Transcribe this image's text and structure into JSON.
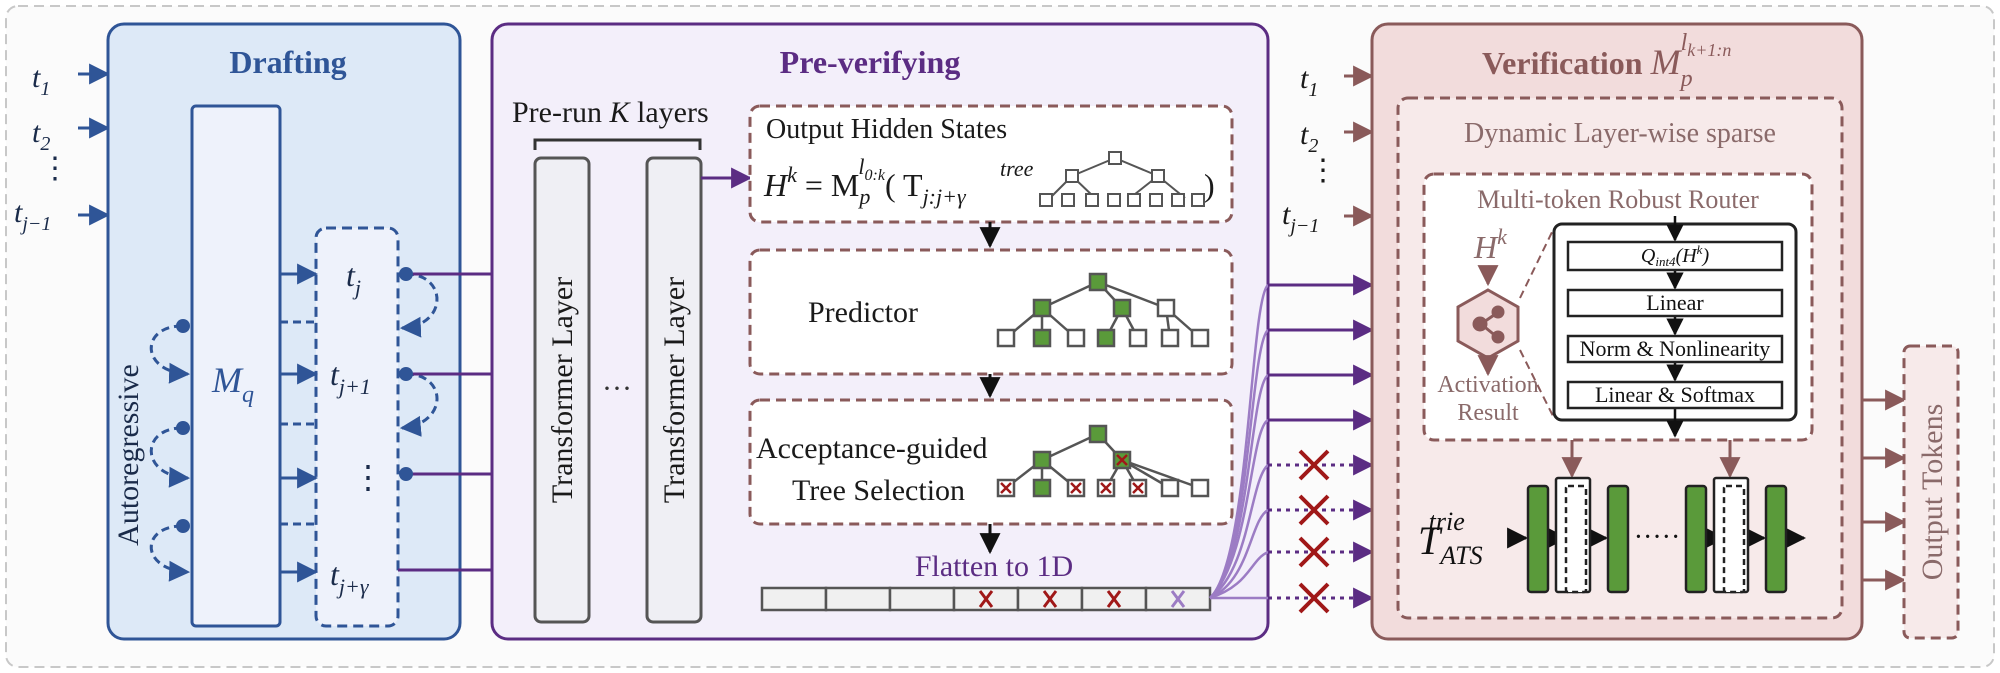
{
  "inputs": {
    "t1": "t",
    "t1_sub": "1",
    "t2": "t",
    "t2_sub": "2",
    "dots": "⋮",
    "tj1": "t",
    "tj1_sub": "j−1"
  },
  "drafting": {
    "title": "Drafting",
    "autoregressive": "Autoregressive",
    "model": "M",
    "model_sub": "q",
    "tokens": [
      {
        "base": "t",
        "sub": "j"
      },
      {
        "base": "t",
        "sub": "j+1"
      },
      {
        "base": "⋮",
        "sub": ""
      },
      {
        "base": "t",
        "sub": "j+γ"
      }
    ]
  },
  "preverify": {
    "title": "Pre-verifying",
    "prerun_a": "Pre-run ",
    "prerun_k": "K",
    "prerun_b": " layers",
    "layer1": "Transformer  Layer",
    "layer2": "Transformer  Layer",
    "dots": "···",
    "hidden_title": "Output Hidden States",
    "h_base": "H",
    "h_sup": "k",
    "h_eq": " = M",
    "m_sub": "p",
    "m_sup": "l",
    "m_sup2": "0:k",
    "open_paren": "( T",
    "t_sub": "j:j+γ",
    "t_sup": "tree",
    "close_paren": ")",
    "predictor": "Predictor",
    "accept1": "Acceptance-guided",
    "accept2": "Tree Selection",
    "flatten": "Flatten to 1D"
  },
  "verification": {
    "title_a": "Verification ",
    "title_m": "M",
    "title_sub": "p",
    "title_sup": "l",
    "title_sup2": "k+1:n",
    "dynamic": "Dynamic Layer-wise sparse",
    "router": "Multi-token Robust Router",
    "hk": "H",
    "hk_sup": "k",
    "activation1": "Activation",
    "activation2": "Result",
    "q_base": "Q",
    "q_sub": "int4",
    "q_arg": "(H",
    "q_arg_sup": "k",
    "q_close": ")",
    "linear": "Linear",
    "norm": "Norm & Nonlinearity",
    "softmax": "Linear & Softmax",
    "trie_base": "T",
    "trie_sub": "ATS",
    "trie_sup": "trie",
    "chain_dots": "·····"
  },
  "output": {
    "label": "Output Tokens"
  },
  "colors": {
    "blue": "#2f5597",
    "blue_fill": "#dde9f7",
    "purple": "#5b2c83",
    "purple_fill": "#f3effa",
    "brown": "#8a5a5a",
    "brown_fill": "#f2dcdc",
    "green": "#5a9a3a",
    "cross": "#a01818"
  }
}
